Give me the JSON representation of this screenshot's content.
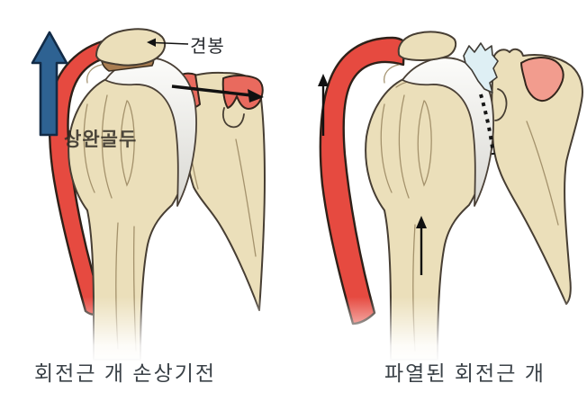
{
  "figure": {
    "left": {
      "caption": "회전근 개 손상기전",
      "labels": {
        "acromion": "견봉",
        "humeral_head": "상완골두"
      }
    },
    "right": {
      "caption": "파열된 회전근 개"
    },
    "colors": {
      "background": "#ffffff",
      "bone": "#EBDFBA",
      "bone_outline": "#473E33",
      "muscle_red": "#E64A40",
      "arrow_blue": "#2E6292",
      "tendon_brown": "#A97D51",
      "cut_tendon_coral": "#E96A5E",
      "torn_muscle_salmon": "#F29C8E",
      "torn_cuff_blue": "#DEEFF4",
      "cartilage_top": "#FCFCFA",
      "cartilage_bottom": "#D9D8D3",
      "black_arrow": "#111111",
      "caption_text": "#3a4147"
    }
  }
}
